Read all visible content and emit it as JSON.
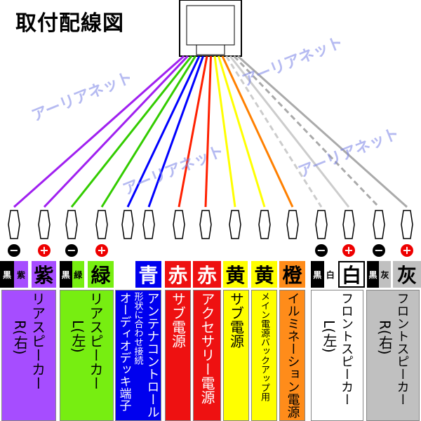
{
  "title": "取付配線図",
  "watermark": "アーリアネット",
  "wires": [
    {
      "color": "#a020f0",
      "sign": "-"
    },
    {
      "color": "#a020f0",
      "sign": "+"
    },
    {
      "color": "#33cc00",
      "sign": "-"
    },
    {
      "color": "#33cc00",
      "sign": "+"
    },
    {
      "color": "#0000ff",
      "sign": ""
    },
    {
      "color": "#0000ff",
      "sign": ""
    },
    {
      "color": "#ff2000",
      "sign": ""
    },
    {
      "color": "#ff2000",
      "sign": ""
    },
    {
      "color": "#ffff00",
      "sign": ""
    },
    {
      "color": "#ffff00",
      "sign": ""
    },
    {
      "color": "#ff8000",
      "sign": ""
    },
    {
      "color": "#cccccc",
      "sign": "-"
    },
    {
      "color": "#cccccc",
      "sign": "+"
    },
    {
      "color": "#aaaaaa",
      "sign": "-"
    },
    {
      "color": "#aaaaaa",
      "sign": "+"
    }
  ],
  "labels": [
    {
      "a": "黒",
      "b": "紫"
    },
    {
      "t": "紫"
    },
    {
      "a": "黒",
      "b": "緑"
    },
    {
      "t": "緑"
    },
    {
      "t": "青"
    },
    {
      "t": "赤"
    },
    {
      "t": "赤"
    },
    {
      "t": "黄"
    },
    {
      "t": "黄"
    },
    {
      "t": "橙"
    },
    {
      "a": "黒",
      "b": "白"
    },
    {
      "t": "白"
    },
    {
      "a": "黒",
      "b": "灰"
    },
    {
      "t": "灰"
    }
  ],
  "columns": [
    {
      "main": "リアスピーカー",
      "sub": "R(右)",
      "color": "#a64dff"
    },
    {
      "main": "リアスピーカー",
      "sub": "L(左)",
      "color": "#77ee11"
    },
    {
      "main": "アンテナコントロール",
      "sub": "形状に合わせ接続",
      "extra": "オーディオデッキ端子",
      "color": "#0000ee"
    },
    {
      "main": "サブ電源",
      "color": "#ee1111"
    },
    {
      "main": "アクセサリー電源",
      "color": "#ee1111"
    },
    {
      "main": "サブ電源",
      "color": "#ffff00"
    },
    {
      "main": "メイン電源バックアップ用",
      "color": "#ffff00"
    },
    {
      "main": "イルミネーション電源",
      "color": "#ff8c1a"
    },
    {
      "main": "フロントスピーカー",
      "sub": "L(左)",
      "color": "#ffffff"
    },
    {
      "main": "フロントスピーカー",
      "sub": "R(右)",
      "color": "#c0c0c0"
    }
  ]
}
